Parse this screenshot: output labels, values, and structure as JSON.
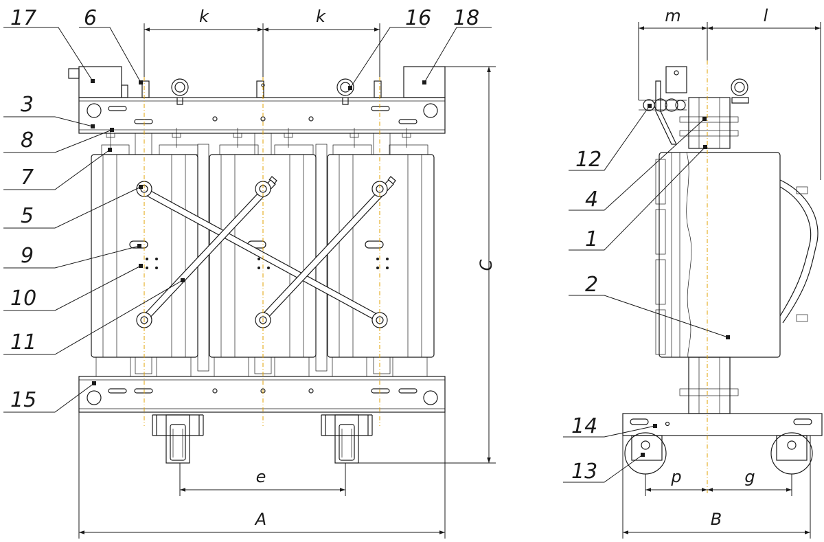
{
  "callouts": {
    "c17": "17",
    "c6": "6",
    "c16": "16",
    "c18": "18",
    "c3": "3",
    "c8": "8",
    "c7": "7",
    "c5": "5",
    "c9": "9",
    "c10": "10",
    "c11": "11",
    "c15": "15",
    "c12": "12",
    "c4": "4",
    "c1": "1",
    "c2": "2",
    "c14": "14",
    "c13": "13"
  },
  "dimensions": {
    "k1": "k",
    "k2": "k",
    "C": "C",
    "e": "e",
    "A": "A",
    "m": "m",
    "l": "l",
    "p": "p",
    "g": "g",
    "B": "B"
  },
  "colors": {
    "line": "#1a1a1a",
    "axis": "#e0a000"
  }
}
